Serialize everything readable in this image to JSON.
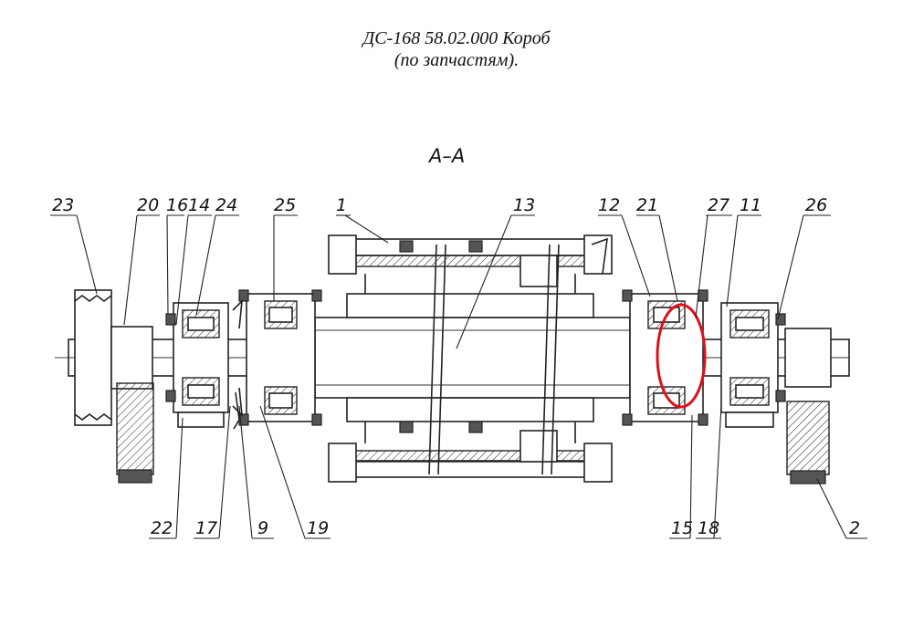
{
  "title": {
    "line1": "ДС-168 58.02.000 Короб",
    "line2": "(по запчастям)."
  },
  "section_label": "А–А",
  "callouts": [
    "23",
    "20",
    "16",
    "14",
    "24",
    "25",
    "1",
    "13",
    "12",
    "21",
    "27",
    "11",
    "26",
    "22",
    "17",
    "9",
    "19",
    "15",
    "18",
    "2"
  ],
  "highlight": {
    "color": "#e0101a",
    "target_part": "27"
  }
}
